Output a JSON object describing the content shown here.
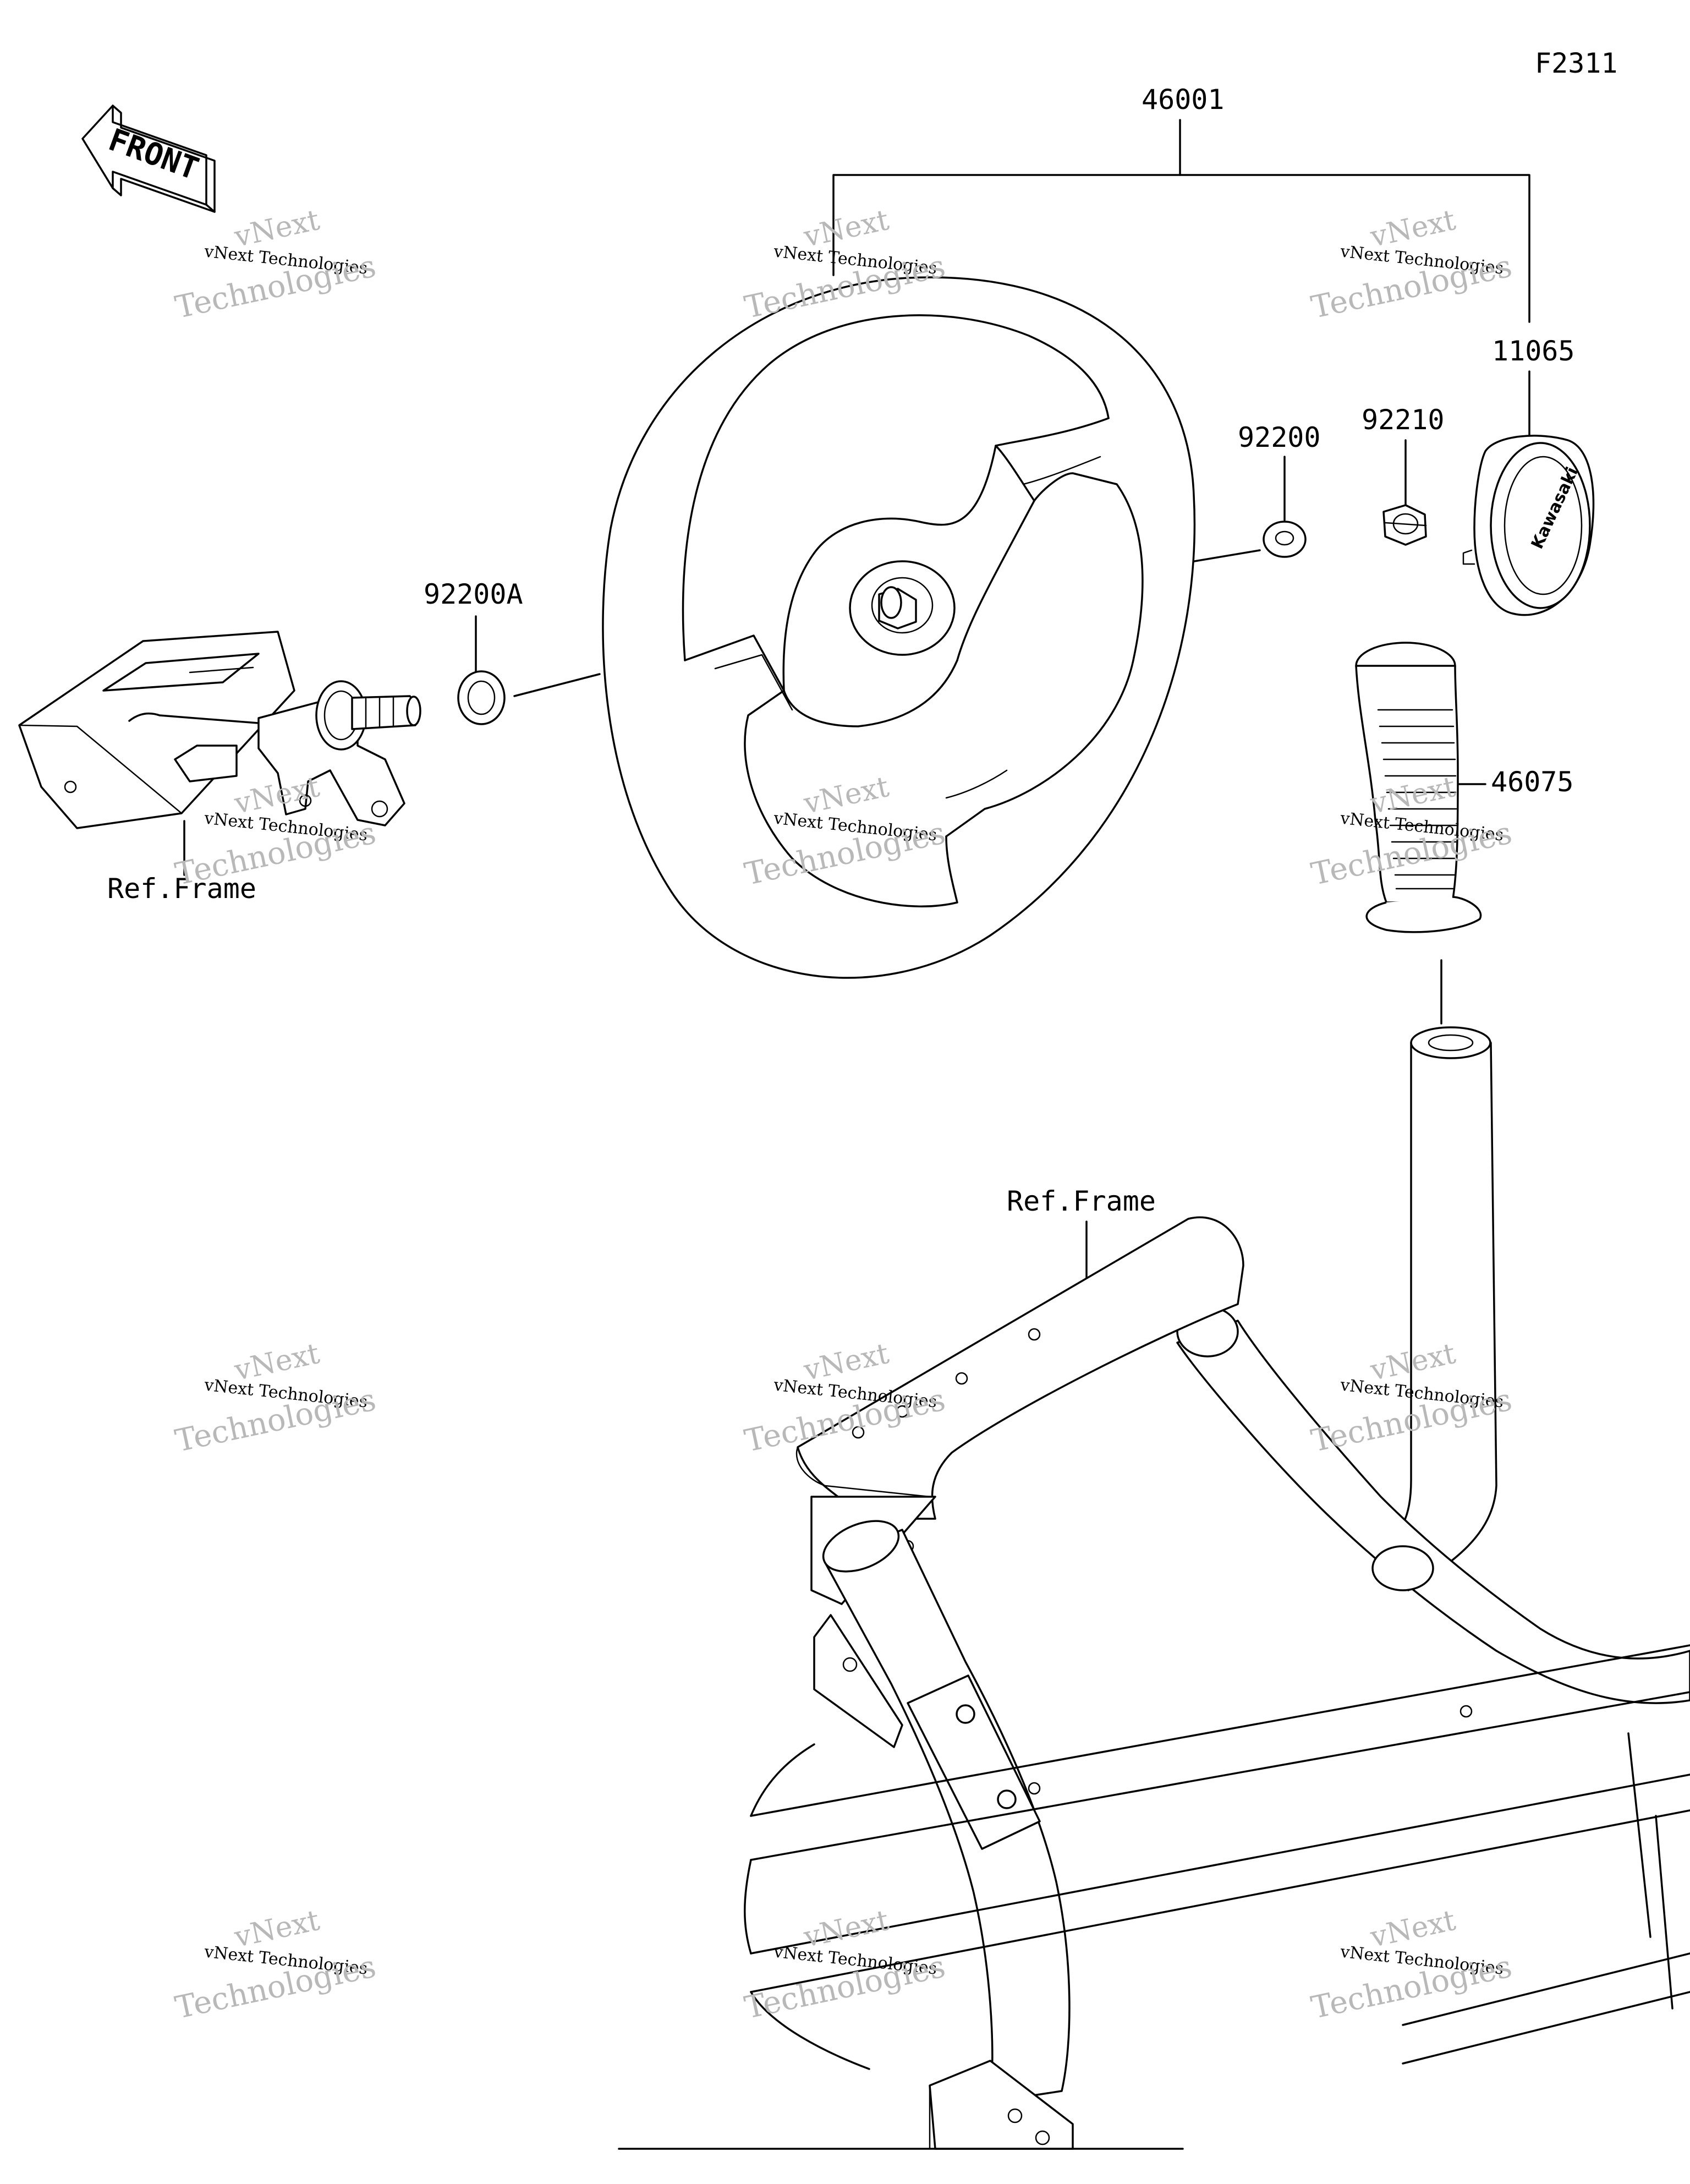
{
  "figure_code": "F2311",
  "front_arrow": {
    "text": "FRONT",
    "icon": "front-arrow-icon"
  },
  "parts": [
    {
      "number": "46001"
    },
    {
      "number": "11065"
    },
    {
      "number": "92210"
    },
    {
      "number": "92200"
    },
    {
      "number": "92200A"
    },
    {
      "number": "46075"
    }
  ],
  "references": [
    {
      "text": "Ref.Frame"
    },
    {
      "text": "Ref.Frame"
    }
  ],
  "watermark": {
    "line1": "vNext",
    "line2": "vNext Technologies",
    "line3": "Technologies"
  }
}
